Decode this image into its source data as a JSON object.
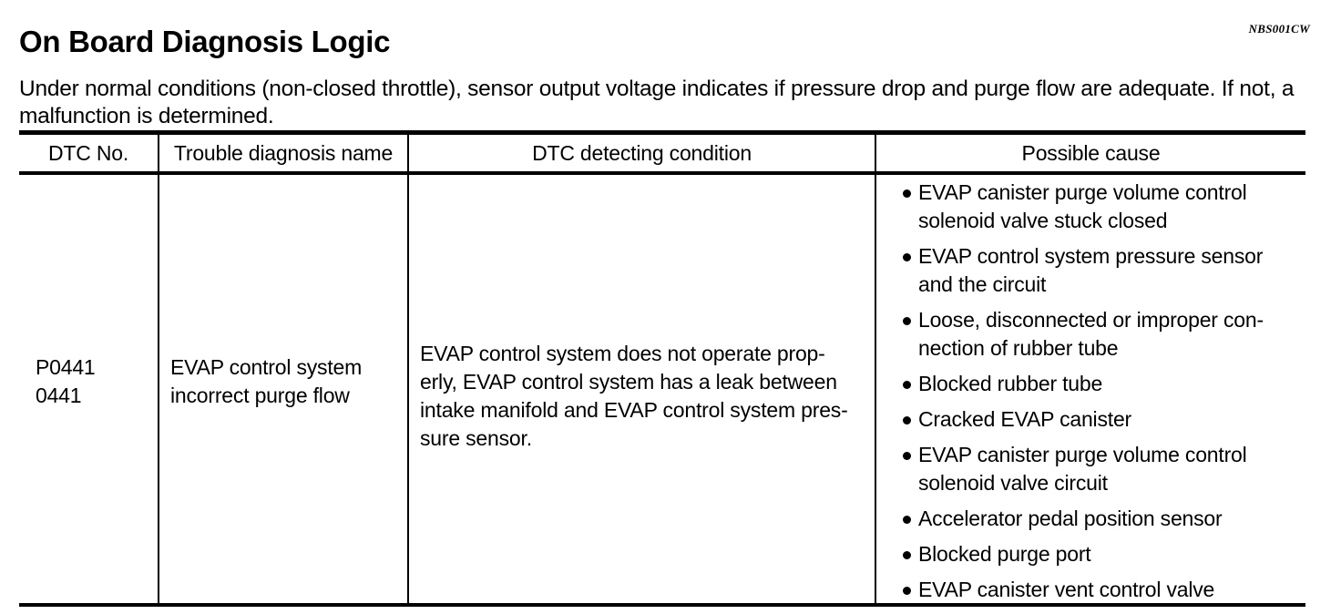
{
  "document": {
    "title": "On Board Diagnosis Logic",
    "code": "NBS001CW",
    "intro": "Under normal conditions (non-closed throttle), sensor output voltage indicates if pressure drop and purge flow are adequate. If not, a malfunction is determined."
  },
  "table": {
    "headers": {
      "dtc_no": "DTC No.",
      "trouble_name": "Trouble diagnosis name",
      "detecting_condition": "DTC detecting condition",
      "possible_cause": "Possible cause"
    },
    "row": {
      "dtc_no_lines": [
        "P0441",
        "0441"
      ],
      "trouble_name_lines": [
        "EVAP control system",
        "incorrect purge flow"
      ],
      "detecting_condition_lines": [
        "EVAP control system does not operate prop-",
        "erly, EVAP control system has a leak between",
        "intake manifold and EVAP control system pres-",
        "sure sensor."
      ],
      "possible_causes": [
        [
          "EVAP canister purge volume control",
          "solenoid valve stuck closed"
        ],
        [
          "EVAP control system pressure sensor",
          "and the circuit"
        ],
        [
          "Loose, disconnected or improper con-",
          "nection of rubber tube"
        ],
        [
          "Blocked rubber tube"
        ],
        [
          "Cracked EVAP canister"
        ],
        [
          "EVAP canister purge volume control",
          "solenoid valve circuit"
        ],
        [
          "Accelerator pedal position sensor"
        ],
        [
          "Blocked purge port"
        ],
        [
          "EVAP canister vent control valve"
        ]
      ]
    }
  },
  "colors": {
    "ink": "#000000",
    "paper": "#ffffff"
  }
}
